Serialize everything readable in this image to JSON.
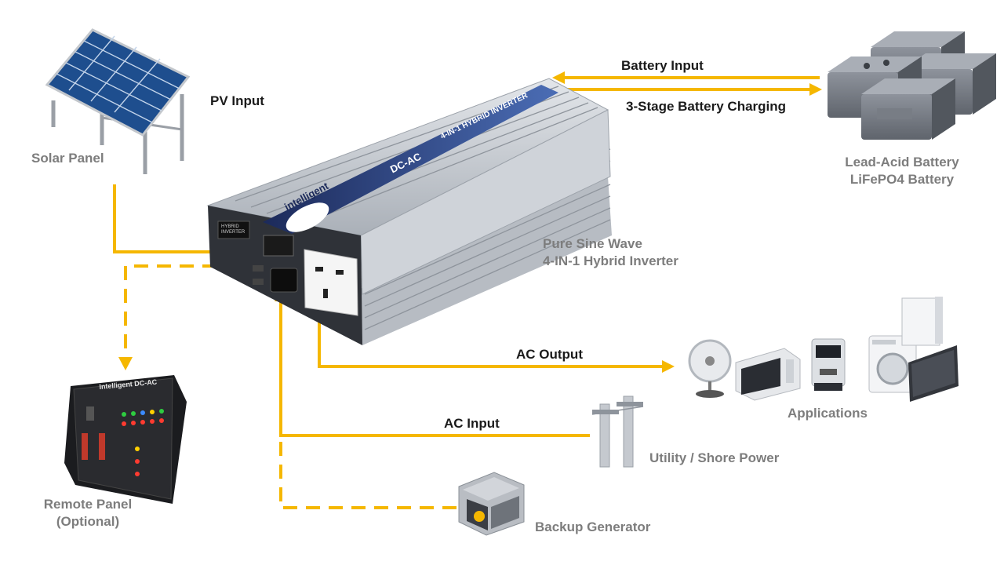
{
  "labels": {
    "pv_input": "PV Input",
    "battery_input": "Battery Input",
    "battery_charging": "3-Stage Battery Charging",
    "ac_output": "AC Output",
    "ac_input": "AC Input"
  },
  "components": {
    "solar_panel": "Solar Panel",
    "battery_line1": "Lead-Acid Battery",
    "battery_line2": "LiFePO4 Battery",
    "inverter_line1": "Pure Sine Wave",
    "inverter_line2": "4-IN-1 Hybrid Inverter",
    "applications": "Applications",
    "utility": "Utility / Shore Power",
    "generator": "Backup Generator",
    "remote_line1": "Remote Panel",
    "remote_line2": "(Optional)"
  },
  "device_text": {
    "brand": "intelligent",
    "model": "DC-AC",
    "banner": "4-IN-1 HYBRID INVERTER",
    "switch_label": "HYBRID INVERTER",
    "remote_brand": "Intelligent DC-AC"
  },
  "colors": {
    "flow": "#f5b700",
    "inverter_blue": "#2a3e7c",
    "aluminum": "#c8ccd2"
  },
  "icons": [
    "solar-panel-icon",
    "battery-icon",
    "inverter-icon",
    "fan-icon",
    "microwave-icon",
    "coffee-machine-icon",
    "washing-machine-icon",
    "refrigerator-icon",
    "tv-icon",
    "utility-pole-icon",
    "generator-icon",
    "remote-panel-icon"
  ]
}
